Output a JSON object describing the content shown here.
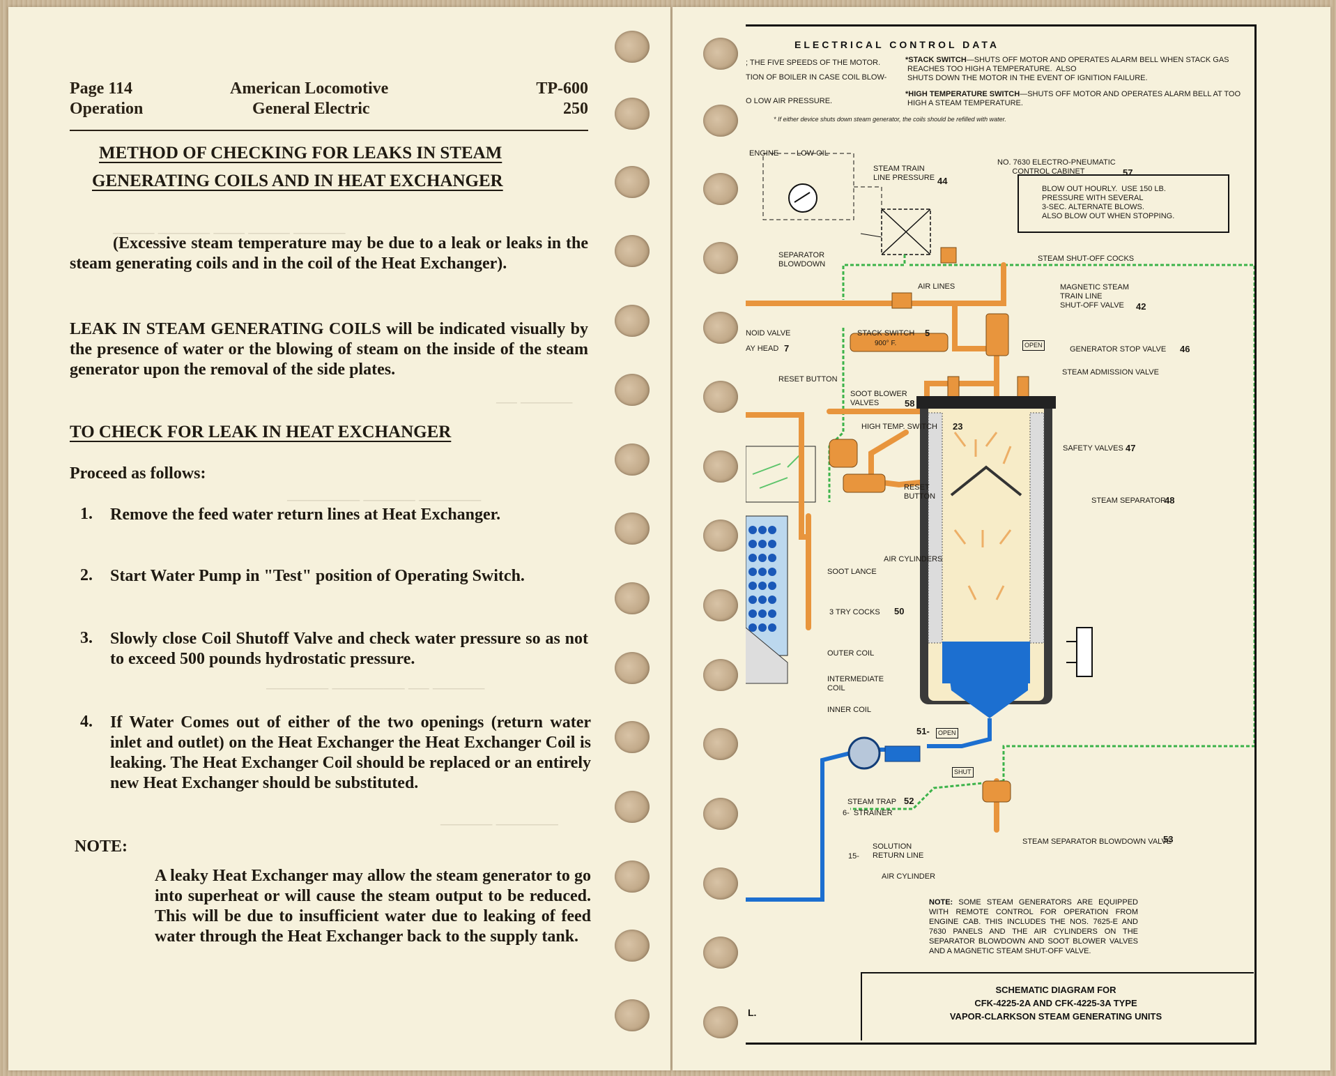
{
  "header": {
    "page": "Page 114",
    "section": "Operation",
    "company_line1": "American Locomotive",
    "company_line2": "General Electric",
    "code_line1": "TP-600",
    "code_line2": "250"
  },
  "left": {
    "title_line1": "METHOD OF CHECKING FOR LEAKS IN STEAM",
    "title_line2": "GENERATING COILS AND IN HEAT EXCHANGER",
    "intro": "(Excessive steam temperature may be due to a leak or leaks in the steam generating coils and in the coil of the Heat Exchanger).",
    "leak_heading": "LEAK IN STEAM GENERATING COILS",
    "leak_text": " will be indicated visually by the presence of water or the blowing of steam on the inside of the steam generator upon the removal of the side plates.",
    "check_heading": "TO CHECK FOR LEAK IN HEAT EXCHANGER",
    "proceed": "Proceed as follows:",
    "steps": [
      {
        "num": "1.",
        "text": "Remove the feed water return lines at Heat Exchanger."
      },
      {
        "num": "2.",
        "text": "Start Water Pump in \"Test\" position of Operating Switch."
      },
      {
        "num": "3.",
        "text": "Slowly close Coil Shutoff Valve and check water pressure so as not to exceed 500 pounds hydrostatic pressure."
      },
      {
        "num": "4.",
        "text": "If Water Comes out of either of the two openings (return water inlet and outlet) on the Heat Exchanger the Heat Exchanger Coil is leaking. The Heat Exchanger Coil should be replaced or an entirely new Heat Exchanger should be substituted."
      }
    ],
    "note_label": "NOTE:",
    "note_text": "A leaky Heat Exchanger may allow the steam generator to go into superheat or will cause the steam output to be reduced. This will be due to insufficient water due to leaking of feed water through the Heat Exchanger back to the supply tank."
  },
  "right": {
    "ecd_title": "ELECTRICAL CONTROL DATA",
    "ecd_left1": "; THE FIVE SPEEDS OF THE MOTOR.",
    "ecd_left2": "TION OF BOILER IN CASE COIL BLOW-",
    "ecd_left3": "O LOW AIR PRESSURE.",
    "stack_switch_head": "*STACK SWITCH",
    "stack_switch_text": "—SHUTS OFF MOTOR AND OPERATES ALARM BELL WHEN STACK GAS\n REACHES TOO HIGH A TEMPERATURE.  ALSO\n SHUTS DOWN THE MOTOR IN THE EVENT OF IGNITION FAILURE.",
    "high_temp_head": "*HIGH TEMPERATURE SWITCH",
    "high_temp_text": "—SHUTS OFF MOTOR AND OPERATES ALARM BELL AT TOO\n HIGH A STEAM TEMPERATURE.",
    "footnote": "* If either device shuts down steam generator, the coils should be refilled with water.",
    "blowout_note": "BLOW OUT HOURLY.  USE 150 LB.\nPRESSURE WITH SEVERAL\n3-SEC. ALTERNATE BLOWS.\nALSO BLOW OUT WHEN STOPPING.",
    "labels": {
      "engine": "ENGINE",
      "low_oil": "LOW OIL",
      "steam_train": "STEAM TRAIN\nLINE PRESSURE",
      "n44": "44",
      "cabinet": "NO. 7630 ELECTRO-PNEUMATIC\n       CONTROL CABINET",
      "n57": "57",
      "sep_blowdown": "SEPARATOR\nBLOWDOWN",
      "air_lines": "AIR LINES",
      "shutoff_cocks": "STEAM SHUT-OFF COCKS",
      "magnetic": "MAGNETIC STEAM\nTRAIN LINE\nSHUT-OFF VALVE",
      "n42": "42",
      "noid": "NOID VALVE",
      "ay_head": "AY HEAD",
      "n7": "7",
      "stack_switch": "STACK SWITCH",
      "n5": "5",
      "deg": "900° F.",
      "gen_stop": "GENERATOR STOP VALVE",
      "n46": "46",
      "open1": "OPEN",
      "adm_valve": "STEAM ADMISSION VALVE",
      "reset1": "RESET BUTTON",
      "soot_blower": "SOOT BLOWER\nVALVES",
      "n58": "58",
      "high_temp": "HIGH TEMP. SWITCH",
      "n23": "23",
      "safety": "SAFETY VALVES",
      "n47": "47",
      "reset2": "RESET\nBUTTON",
      "separator": "STEAM SEPARATOR",
      "n48": "48",
      "air_cyl": "AIR CYLINDERS",
      "soot_lance": "SOOT LANCE",
      "try_cocks": "3 TRY COCKS",
      "n50": "50",
      "outer": "OUTER COIL",
      "intermediate": "INTERMEDIATE\nCOIL",
      "inner": "INNER COIL",
      "n51": "51-",
      "open2": "OPEN",
      "shut": "SHUT",
      "trap": "STEAM TRAP",
      "n52": "52",
      "strainer": "6-  STRAINER",
      "solution": "SOLUTION\nRETURN LINE",
      "n15": "15-",
      "sep_valve": "STEAM SEPARATOR BLOWDOWN VALVE",
      "n53": "53",
      "air_cylinder": "AIR CYLINDER",
      "corner": "L."
    },
    "note_head": "NOTE:",
    "note_body": " SOME STEAM GENERATORS ARE EQUIPPED WITH REMOTE CONTROL FOR OPERATION FROM ENGINE CAB. THIS INCLUDES THE NOS. 7625-E AND 7630 PANELS AND THE AIR CYLINDERS ON THE SEPARATOR BLOWDOWN AND SOOT BLOWER VALVES AND A MAGNETIC STEAM SHUT-OFF VALVE.",
    "schematic_title": "SCHEMATIC DIAGRAM FOR\nCFK-4225-2A AND CFK-4225-3A TYPE\nVAPOR-CLARKSON STEAM GENERATING UNITS"
  },
  "colors": {
    "paper": "#f6f1dc",
    "steam_orange": "#e8953d",
    "water_blue": "#1c6fd0",
    "air_green": "#3cb34a",
    "ink": "#1f1a12"
  }
}
